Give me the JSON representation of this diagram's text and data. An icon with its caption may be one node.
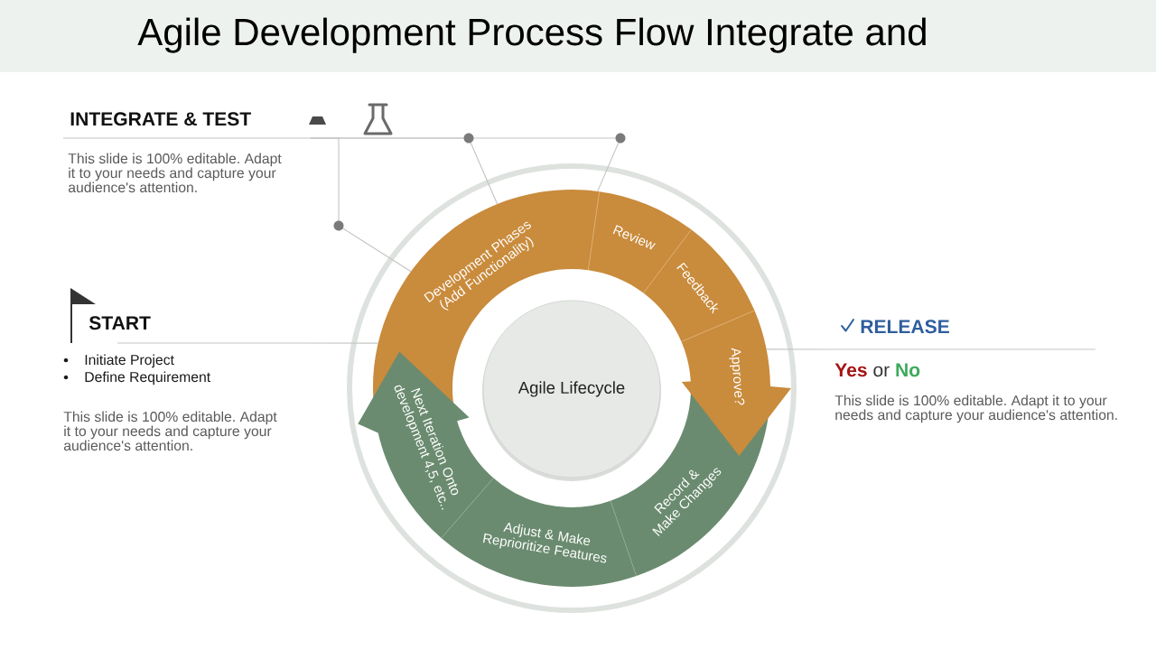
{
  "diagram": {
    "title": "Agile Development Process Flow Integrate and",
    "nodes": [
      {
        "text": [
          "INTEGRATE & TEST",
          "This slide is 100% editable. Adapt it to your needs and capture your audience's attention."
        ]
      },
      {
        "text": [
          "START",
          "Initiate Project",
          "Define Requirement",
          "This slide is 100% editable. Adapt it to your needs and capture your audience's attention."
        ]
      },
      {
        "text": [
          "RELEASE",
          "**Yes** or **No**",
          "This slide is 100% editable. Adapt it to your needs and capture your audience's attention."
        ]
      },
      {
        "text": [
          "Agile Lifecycle"
        ]
      },
      {
        "text": [
          "Development Phases (Add Functionality)"
        ]
      },
      {
        "text": [
          "Review"
        ]
      },
      {
        "text": [
          "Feedback"
        ]
      },
      {
        "text": [
          "Approve?"
        ]
      },
      {
        "text": [
          "Record & Make Changes"
        ]
      },
      {
        "text": [
          "Adjust & Make Reprioritize Features"
        ]
      },
      {
        "text": [
          "Next Iteration Onto development 4,5, etc.."
        ]
      }
    ],
    "edges": [
      {
        "from": 0,
        "to": 4,
        "arrow": "none"
      },
      {
        "from": 0,
        "to": 4,
        "arrow": "none"
      },
      {
        "from": 0,
        "to": 4,
        "arrow": "none"
      },
      {
        "from": 1,
        "to": 4,
        "arrow": "none"
      },
      {
        "from": 2,
        "to": 7,
        "arrow": "none"
      }
    ]
  }
}
